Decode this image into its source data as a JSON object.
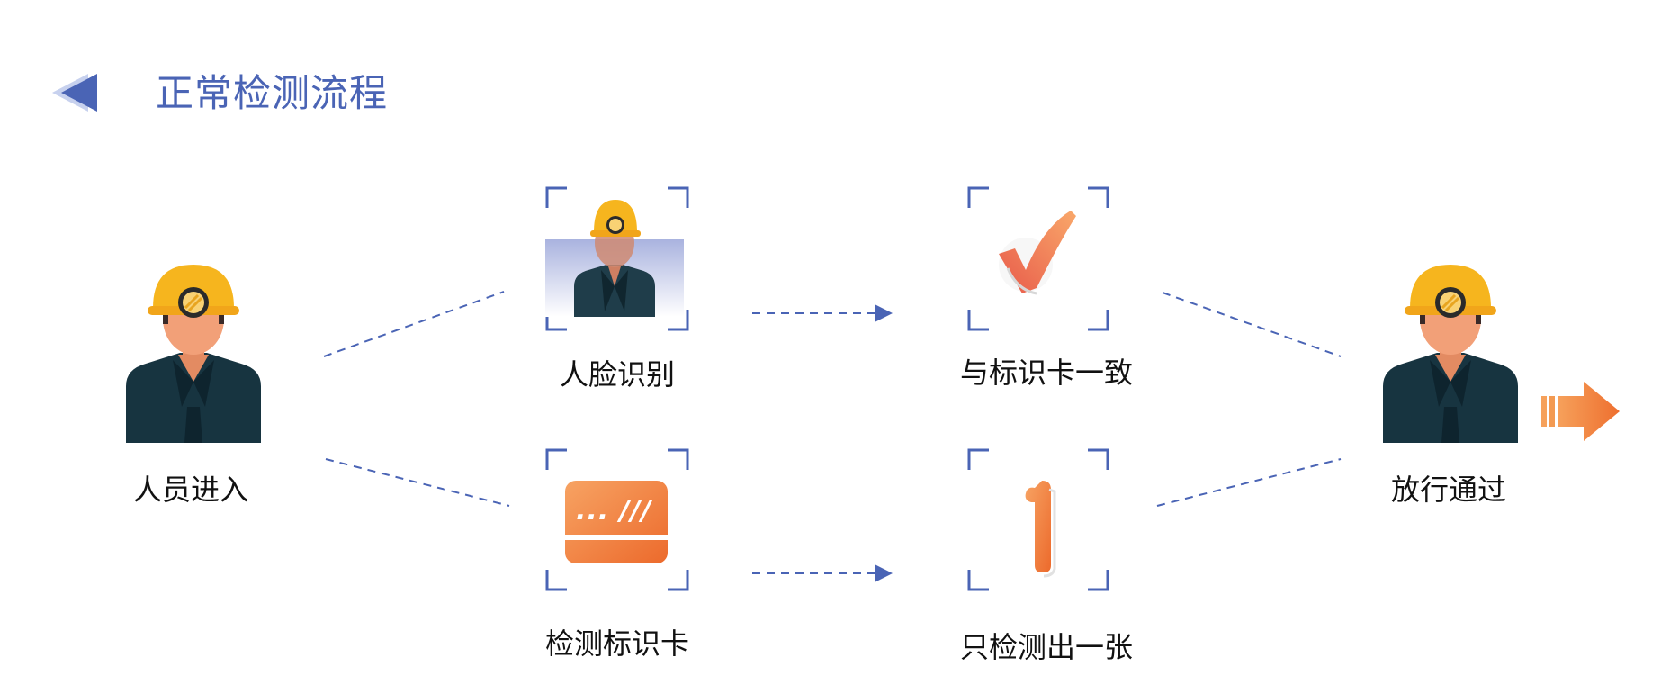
{
  "header": {
    "title": "正常检测流程",
    "back_icon": "triangle-left-icon"
  },
  "nodes": {
    "entry": {
      "label": "人员进入",
      "icon": "miner-person-icon"
    },
    "face": {
      "label": "人脸识别",
      "icon": "face-scan-icon"
    },
    "card": {
      "label": "检测标识卡",
      "icon": "id-card-icon"
    },
    "match": {
      "label": "与标识卡一致",
      "icon": "check-mark-icon"
    },
    "single": {
      "label": "只检测出一张",
      "icon": "number-one-icon"
    },
    "pass": {
      "label": "放行通过",
      "icon": "miner-person-icon"
    }
  },
  "card_icon_text": "... ///",
  "colors": {
    "accent_blue": "#4a64b5",
    "orange": "#f08a3c",
    "helmet_yellow": "#f6b51e",
    "jacket_dark": "#173440",
    "skin": "#f2a078"
  }
}
